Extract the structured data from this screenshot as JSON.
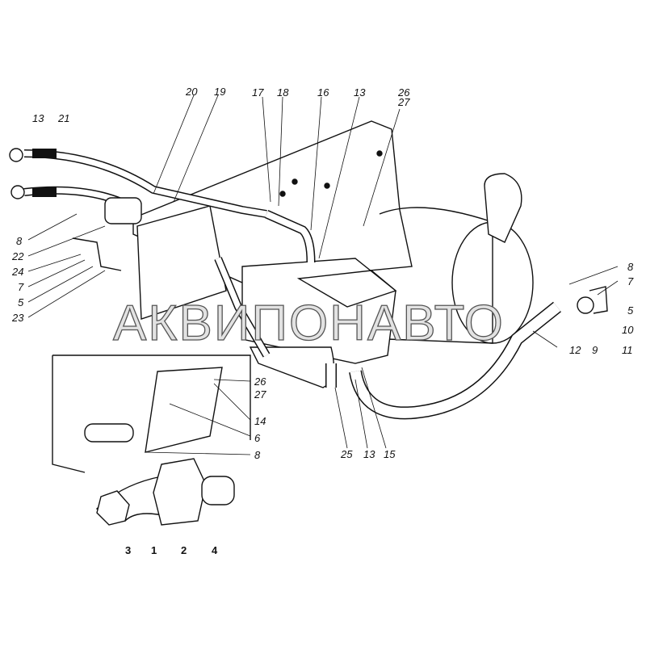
{
  "watermark": "АКВИПОНАВТО",
  "callouts": {
    "top": [
      "13",
      "21",
      "20",
      "19",
      "17",
      "18",
      "16",
      "13",
      "26",
      "27"
    ],
    "left": [
      "8",
      "22",
      "24",
      "7",
      "5",
      "23"
    ],
    "right": [
      "8",
      "7",
      "5",
      "10",
      "11",
      "12",
      "9"
    ],
    "inset": [
      "26",
      "27",
      "14",
      "6",
      "8"
    ],
    "center_bottom": [
      "25",
      "13",
      "15"
    ],
    "bottom": [
      "3",
      "1",
      "2",
      "4"
    ]
  }
}
